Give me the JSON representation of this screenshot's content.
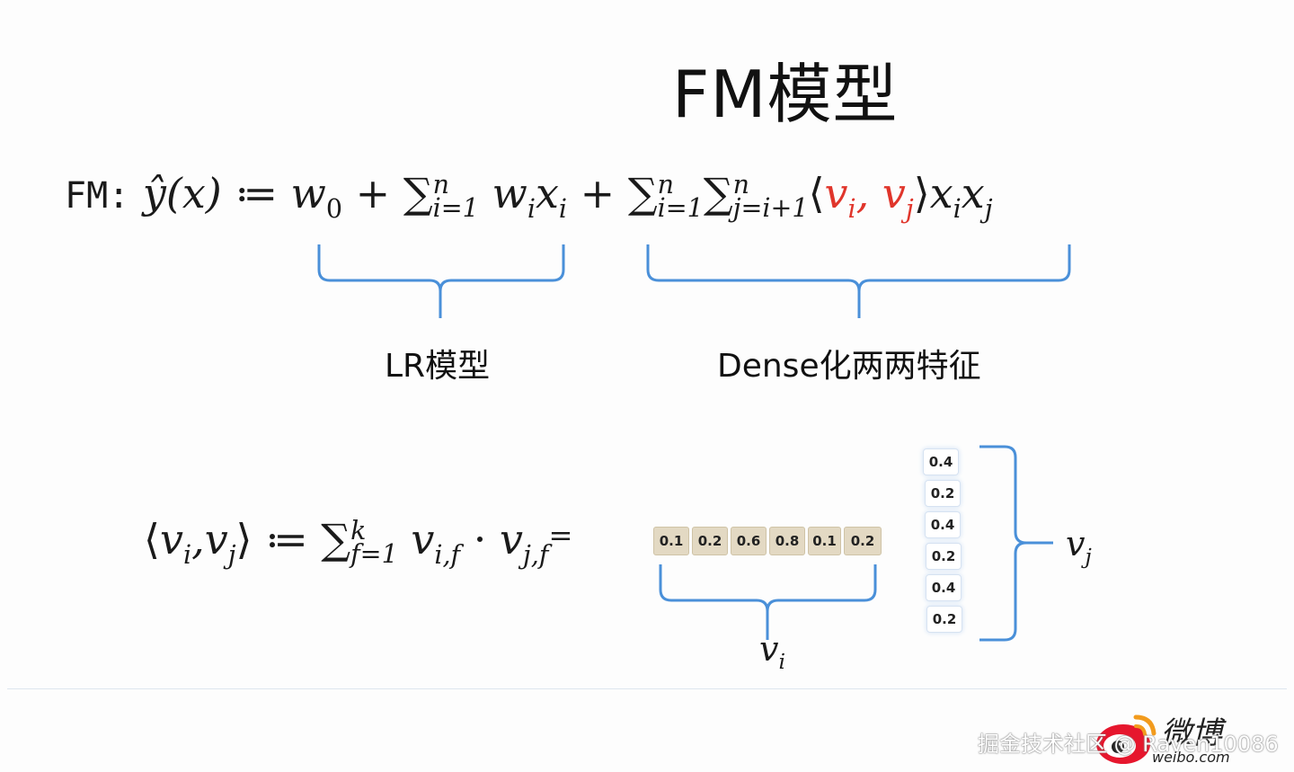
{
  "title": "FM模型",
  "formula1": {
    "lhs": "FM:",
    "yhat": "ŷ",
    "x_paren": "(x)",
    "defeq": "≔",
    "w": "w",
    "w_sub": "0",
    "plus": "+",
    "sigma": "∑",
    "sum1_sup": "n",
    "sum1_sub": "i=1",
    "term1_w": "w",
    "term1_w_sub": "i",
    "term1_x": "x",
    "term1_x_sub": "i",
    "sum2_sup": "n",
    "sum2_sub": "i=1",
    "sum3_sup": "n",
    "sum3_sub": "j=i+1",
    "langle": "⟨",
    "v": "v",
    "vi_sub": "i",
    "comma": ",",
    "vj_sub": "j",
    "rangle": "⟩",
    "x": "x",
    "xi_sub": "i",
    "xj_sub": "j"
  },
  "labels": {
    "lr": "LR模型",
    "dense": "Dense化两两特征"
  },
  "formula2": {
    "langle": "⟨",
    "v": "v",
    "vi_sub": "i",
    "comma": ",",
    "vj_sub": "j",
    "rangle": "⟩",
    "defeq": "≔",
    "sigma": "∑",
    "sum_sup": "k",
    "sum_sub": "f=1",
    "vif_sub": "i,f",
    "dot": "·",
    "vjf_sub": "j,f",
    "eq": "="
  },
  "vector_i": [
    "0.1",
    "0.2",
    "0.6",
    "0.8",
    "0.1",
    "0.2"
  ],
  "vector_j": [
    "0.4",
    "0.2",
    "0.4",
    "0.2",
    "0.4",
    "0.2"
  ],
  "vi_label": {
    "v": "v",
    "sub": "i"
  },
  "vj_label": {
    "v": "v",
    "sub": "j"
  },
  "watermark": "掘金技术社区 @ Raven10086",
  "logo": {
    "cn": "微博",
    "url": "weibo.com"
  },
  "colors": {
    "brace": "#4a90d9",
    "red": "#e0352b",
    "cell_i": "#e3d9c3"
  }
}
